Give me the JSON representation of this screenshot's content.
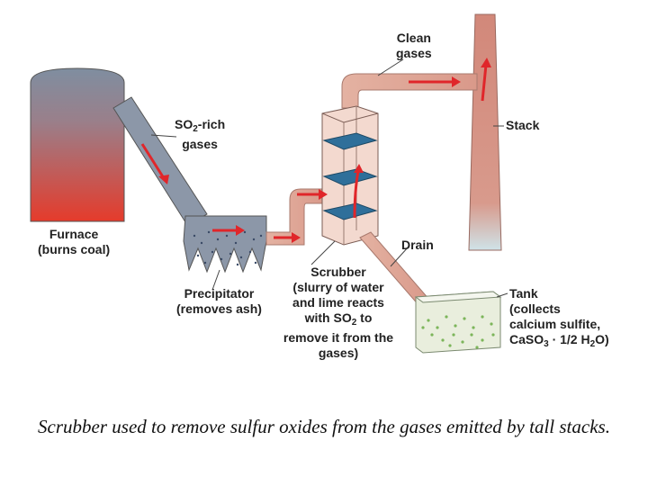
{
  "labels": {
    "clean_gases": [
      "Clean",
      "gases"
    ],
    "stack": "Stack",
    "so2_rich": {
      "pre": "SO",
      "sub": "2",
      "post": "-rich",
      "line2": "gases"
    },
    "furnace": [
      "Furnace",
      "(burns coal)"
    ],
    "drain": "Drain",
    "precipitator": [
      "Precipitator",
      "(removes ash)"
    ],
    "scrubber": {
      "line1": "Scrubber",
      "line2": "(slurry of water",
      "line3": "and lime reacts",
      "line4_pre": "with SO",
      "line4_sub": "2",
      "line4_post": " to",
      "line5": "remove it from the",
      "line6": "gases)"
    },
    "tank": {
      "line1": "Tank",
      "line2": "(collects",
      "line3": "calcium sulfite,",
      "line4_pre": "CaSO",
      "line4_sub": "3",
      "line4_mid": " · 1/2 H",
      "line4_sub2": "2",
      "line4_post": "O)"
    }
  },
  "caption": "Scrubber used to remove sulfur oxides from the gases emitted by tall stacks.",
  "colors": {
    "stack": "#d4897a",
    "duct": "#e8b8a8",
    "arrow": "#e0262a",
    "furnace_top": "#7f8ea0",
    "furnace_bottom": "#e33a2c",
    "precipitator": "#8c97a8",
    "scrubber_tray": "#2f6f9a",
    "tank_liquid": "#e9eedd",
    "tank_solids": "#7cb55a"
  }
}
